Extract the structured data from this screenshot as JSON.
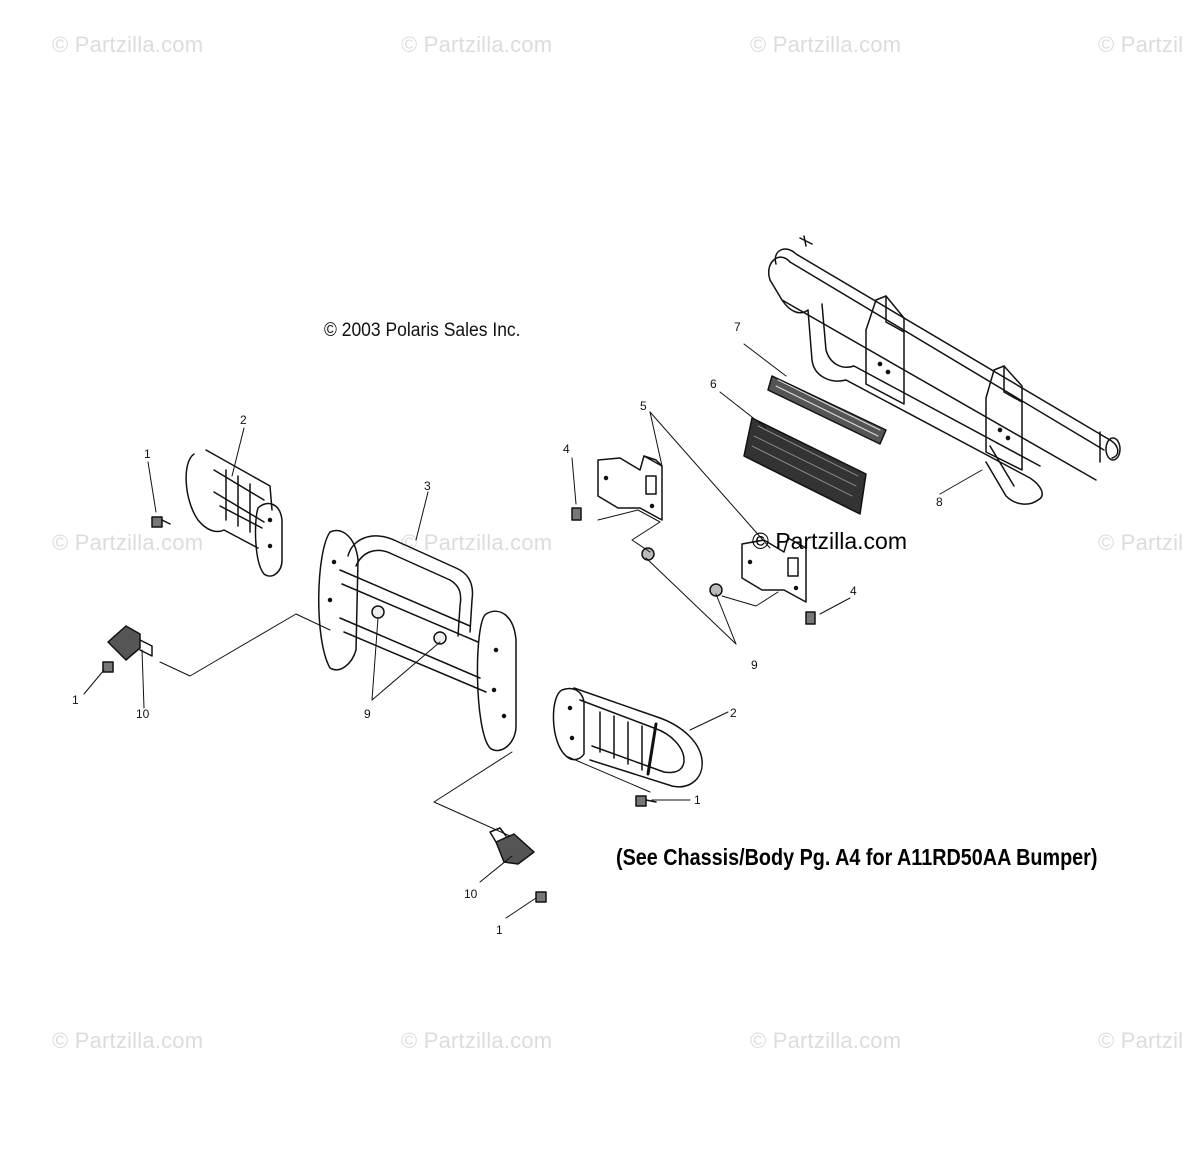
{
  "watermark": "© Partzilla.com",
  "watermark_cut": "© Partzil",
  "brand_watermark": "© Partzilla.com",
  "copyright": "© 2003 Polaris Sales Inc.",
  "note": "(See Chassis/Body Pg. A4 for A11RD50AA Bumper)",
  "callouts": {
    "c1a": "1",
    "c1b": "1",
    "c1c": "1",
    "c1d": "1",
    "c2a": "2",
    "c2b": "2",
    "c3": "3",
    "c4a": "4",
    "c4b": "4",
    "c5": "5",
    "c6": "6",
    "c7": "7",
    "c8": "8",
    "c9a": "9",
    "c9b": "9",
    "c10a": "10",
    "c10b": "10"
  },
  "colors": {
    "line": "#111111",
    "watermark": "#dcdcdc"
  }
}
